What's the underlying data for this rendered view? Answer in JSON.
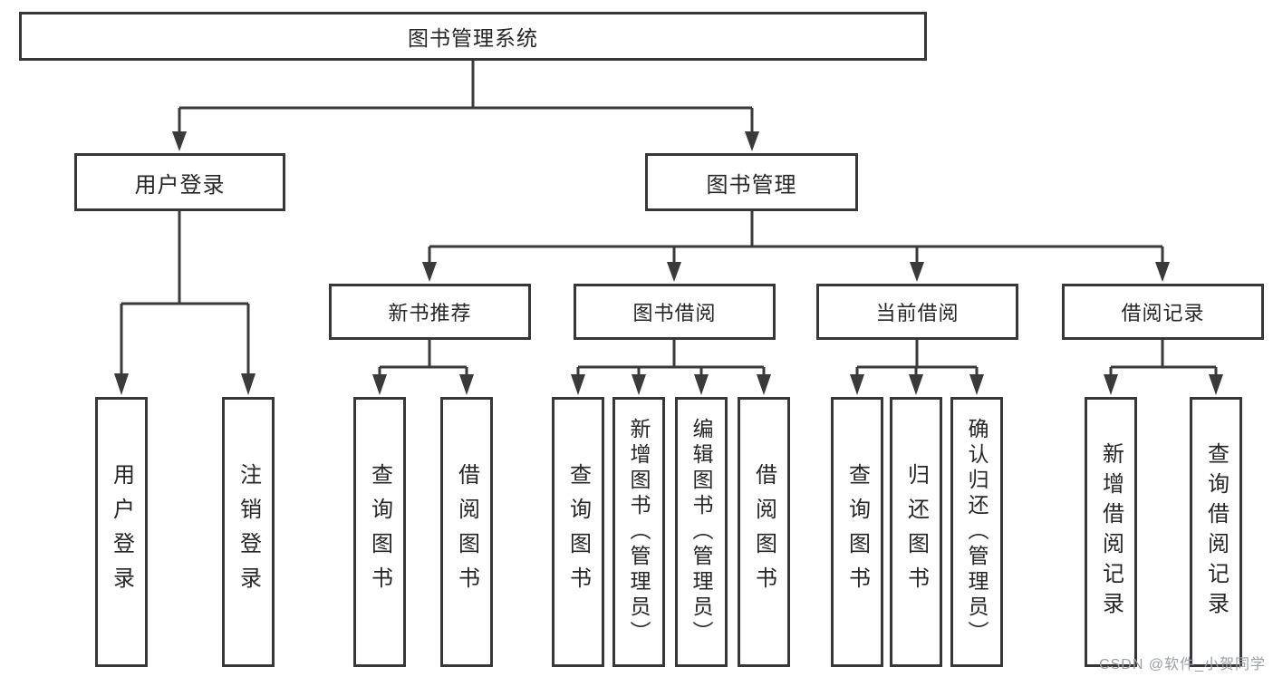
{
  "diagram": {
    "root": {
      "label": "图书管理系统"
    },
    "branches": [
      {
        "label": "用户登录",
        "children": [
          {
            "label": "用户登录"
          },
          {
            "label": "注销登录"
          }
        ]
      },
      {
        "label": "图书管理",
        "modules": [
          {
            "label": "新书推荐",
            "children": [
              {
                "label": "查询图书"
              },
              {
                "label": "借阅图书"
              }
            ]
          },
          {
            "label": "图书借阅",
            "children": [
              {
                "label": "查询图书"
              },
              {
                "label": "新增图书（管理员）"
              },
              {
                "label": "编辑图书（管理员）"
              },
              {
                "label": "借阅图书"
              }
            ]
          },
          {
            "label": "当前借阅",
            "children": [
              {
                "label": "查询图书"
              },
              {
                "label": "归还图书"
              },
              {
                "label": "确认归还（管理员）"
              }
            ]
          },
          {
            "label": "借阅记录",
            "children": [
              {
                "label": "新增借阅记录"
              },
              {
                "label": "查询借阅记录"
              }
            ]
          }
        ]
      }
    ]
  },
  "watermark": {
    "text": "CSDN @软件_小贺同学",
    "color": "#9aa0a6"
  },
  "colors": {
    "line": "#3a3a3a",
    "box_border": "#373737",
    "text": "#262626",
    "background": "#ffffff"
  }
}
